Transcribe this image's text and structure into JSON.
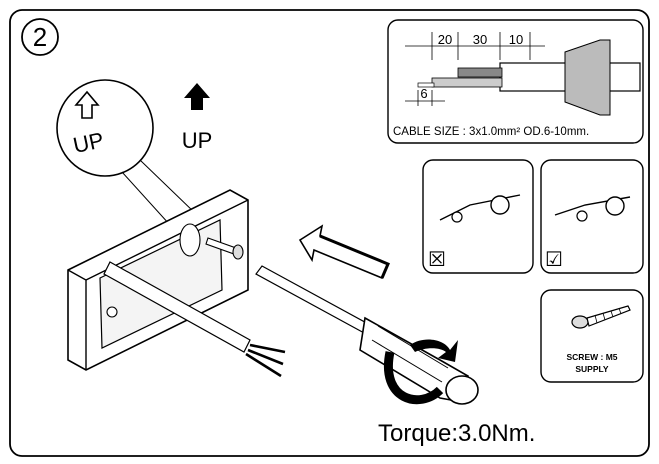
{
  "step": {
    "number": "2"
  },
  "up_detail": {
    "label": "UP"
  },
  "up_indicator": {
    "label": "UP"
  },
  "cable_detail": {
    "dimensions": [
      "20",
      "30",
      "10",
      "6"
    ],
    "cable_size_text": "CABLE SIZE : 3x1.0mm²   OD.6-10mm."
  },
  "wrong_example": {
    "mark": "☒"
  },
  "right_example": {
    "mark": "☑"
  },
  "screw_detail": {
    "line1": "SCREW : M5",
    "line2": "SUPPLY"
  },
  "torque": {
    "text": "Torque:3.0Nm."
  }
}
